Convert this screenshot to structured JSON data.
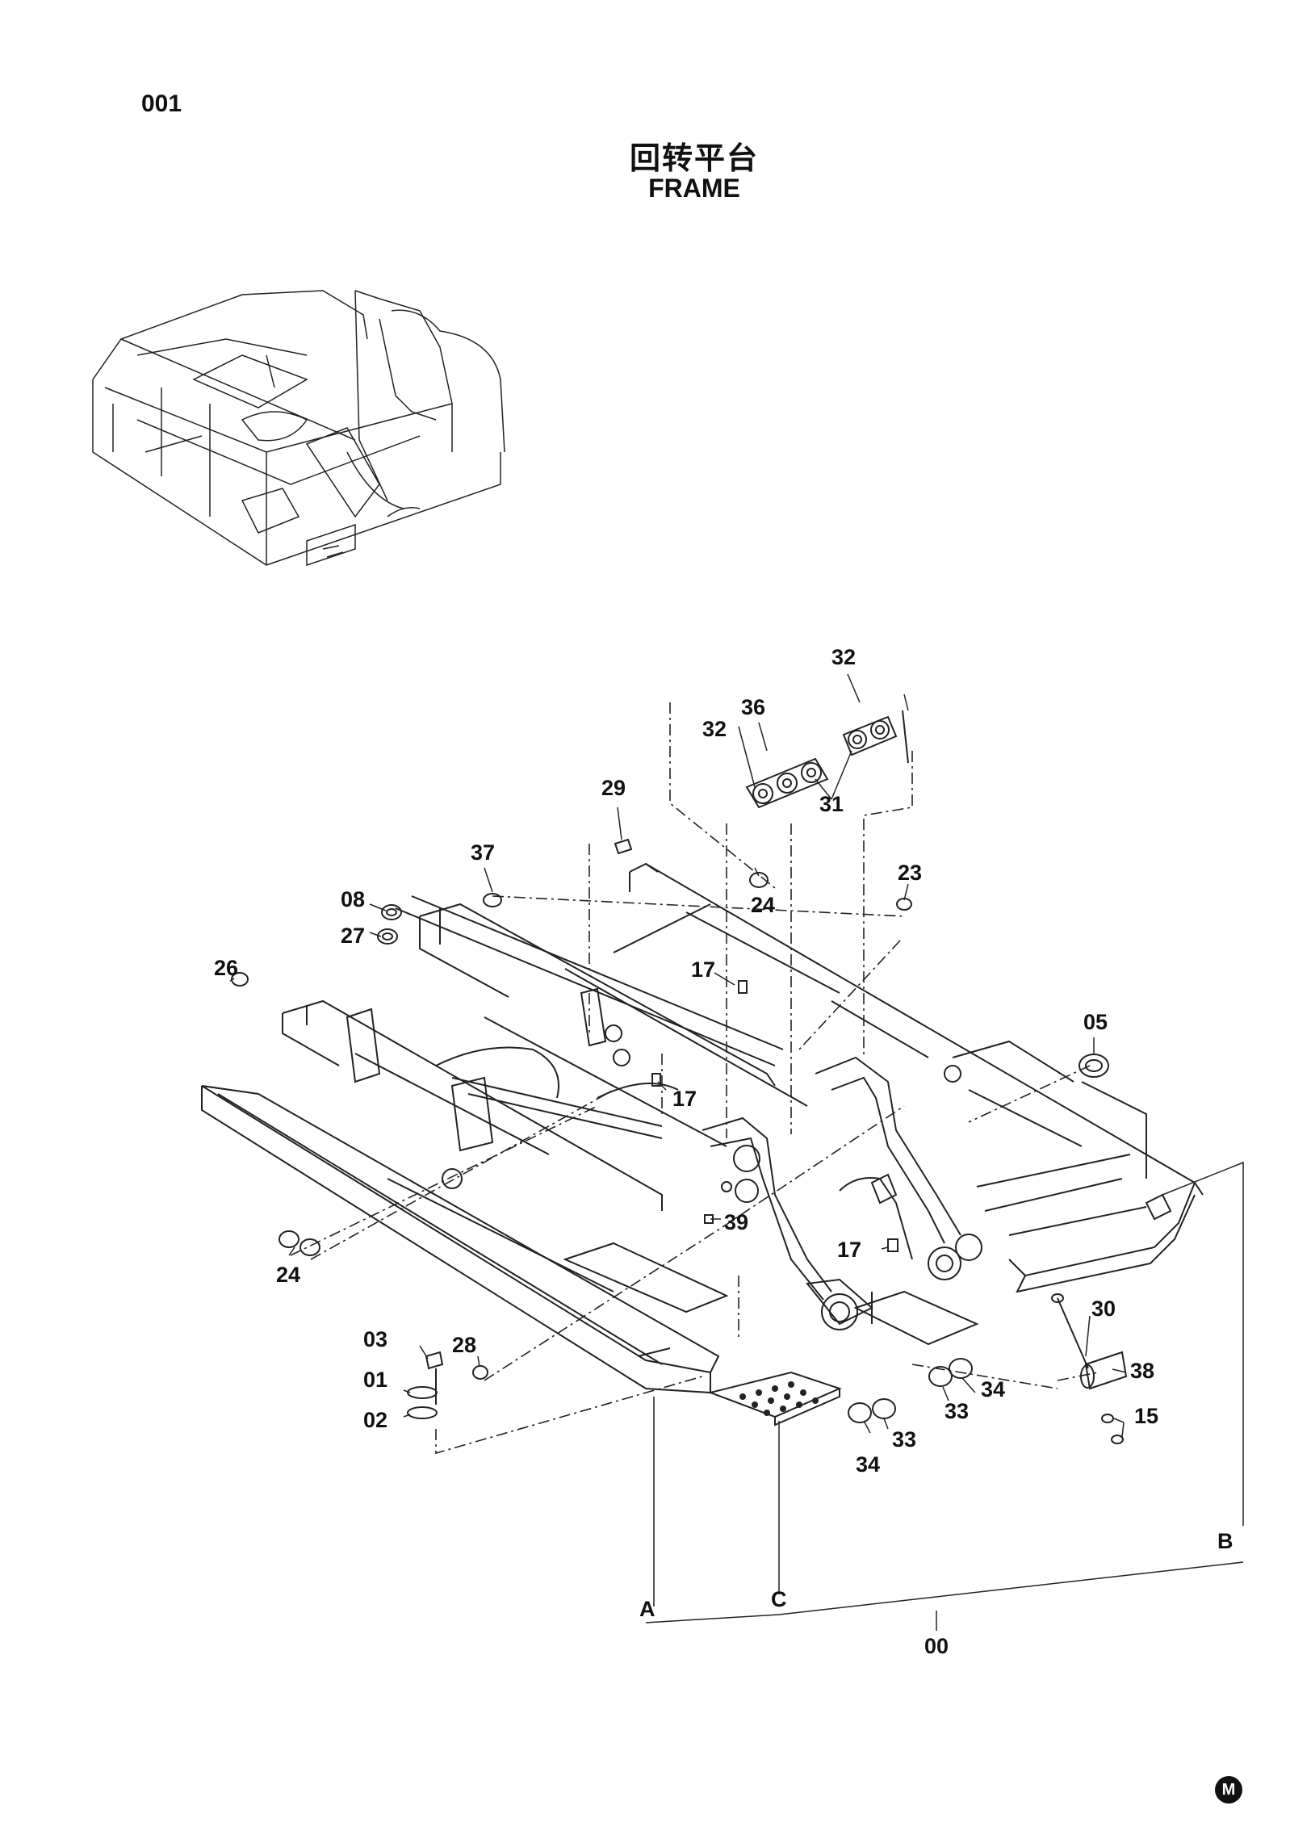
{
  "page_number": "001",
  "title_cn": "回转平台",
  "title_en": "FRAME",
  "corner_mark": "M",
  "callouts": {
    "c32a": "32",
    "c36": "36",
    "c32b": "32",
    "c31": "31",
    "c29": "29",
    "c37": "37",
    "c24a": "24",
    "c23": "23",
    "c08": "08",
    "c27": "27",
    "c26": "26",
    "c17a": "17",
    "c17b": "17",
    "c05": "05",
    "c39": "39",
    "c17c": "17",
    "c24b": "24",
    "c30": "30",
    "c03": "03",
    "c28": "28",
    "c01": "01",
    "c02": "02",
    "c34a": "34",
    "c33a": "33",
    "c38": "38",
    "c15": "15",
    "c33b": "33",
    "c34b": "34",
    "cB": "B",
    "cA": "A",
    "cC": "C",
    "c00": "00"
  }
}
